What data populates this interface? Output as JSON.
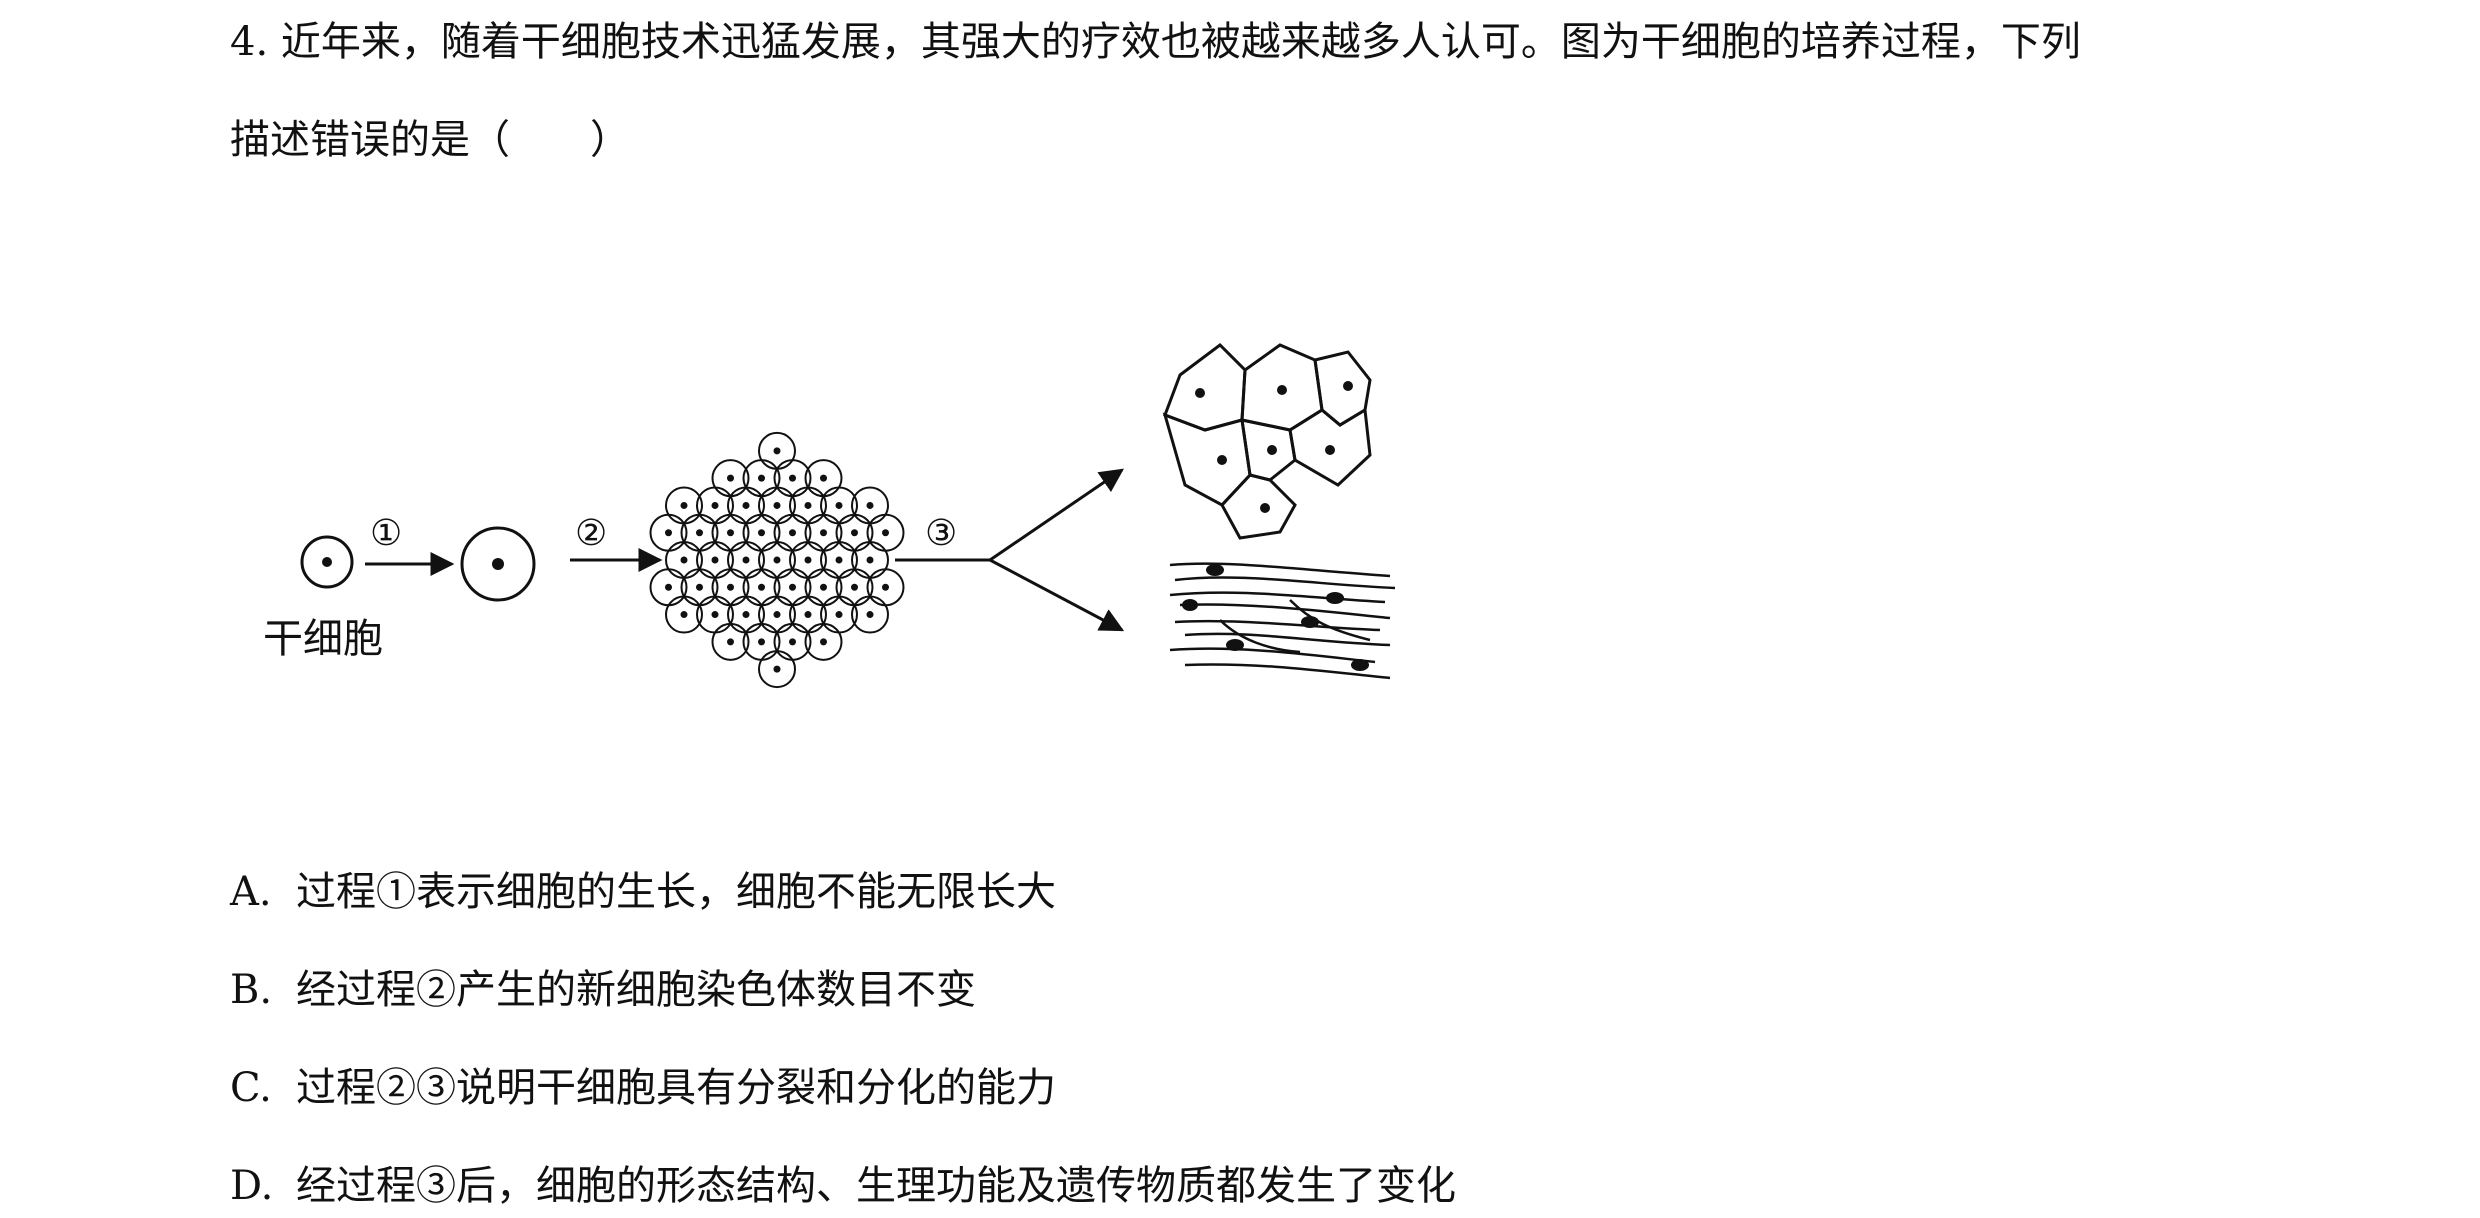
{
  "question": {
    "line1": "4. 近年来，随着干细胞技术迅猛发展，其强大的疗效也被越来越多人认可。图为干细胞的培养过程，下列",
    "line2": "描述错误的是（　　）"
  },
  "figure": {
    "stem_label": "干细胞",
    "step1": "①",
    "step2": "②",
    "step3": "③"
  },
  "options": [
    {
      "letter": "A.",
      "text": "过程①表示细胞的生长，细胞不能无限长大"
    },
    {
      "letter": "B.",
      "text": "经过程②产生的新细胞染色体数目不变"
    },
    {
      "letter": "C.",
      "text": "过程②③说明干细胞具有分裂和分化的能力"
    },
    {
      "letter": "D.",
      "text": "经过程③后，细胞的形态结构、生理功能及遗传物质都发生了变化"
    }
  ]
}
